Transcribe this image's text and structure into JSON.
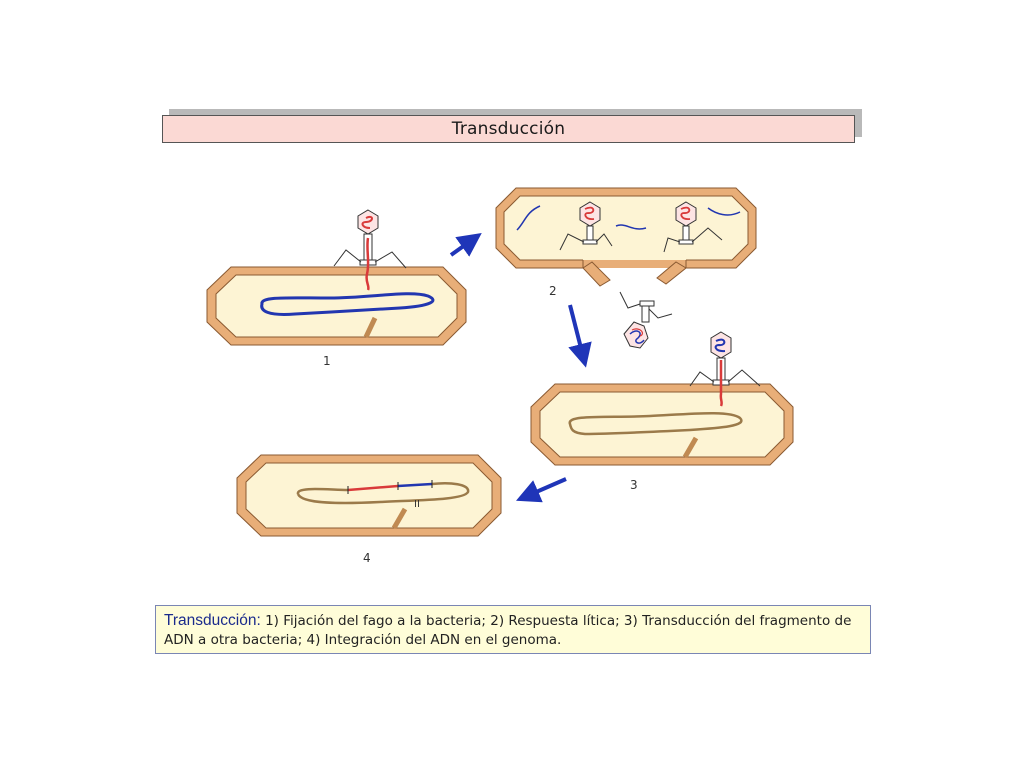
{
  "title": "Transducción",
  "steps": [
    {
      "number": "1"
    },
    {
      "number": "2"
    },
    {
      "number": "3"
    },
    {
      "number": "4"
    }
  ],
  "caption": {
    "heading": "Transducción:",
    "text": " 1) Fijación del fago a la bacteria; 2) Respuesta lítica; 3) Transducción del fragmento de ADN a otra bacteria; 4) Integración del ADN en el genoma."
  },
  "integration_mark": "II",
  "colors": {
    "cell_wall": "#e8ae78",
    "cell_inside": "#fdf4d4",
    "phage_dna": "#d93a3a",
    "bacterial_dna": "#2236b0",
    "recipient_dna": "#9b7a4a",
    "arrow": "#1f35b8"
  }
}
